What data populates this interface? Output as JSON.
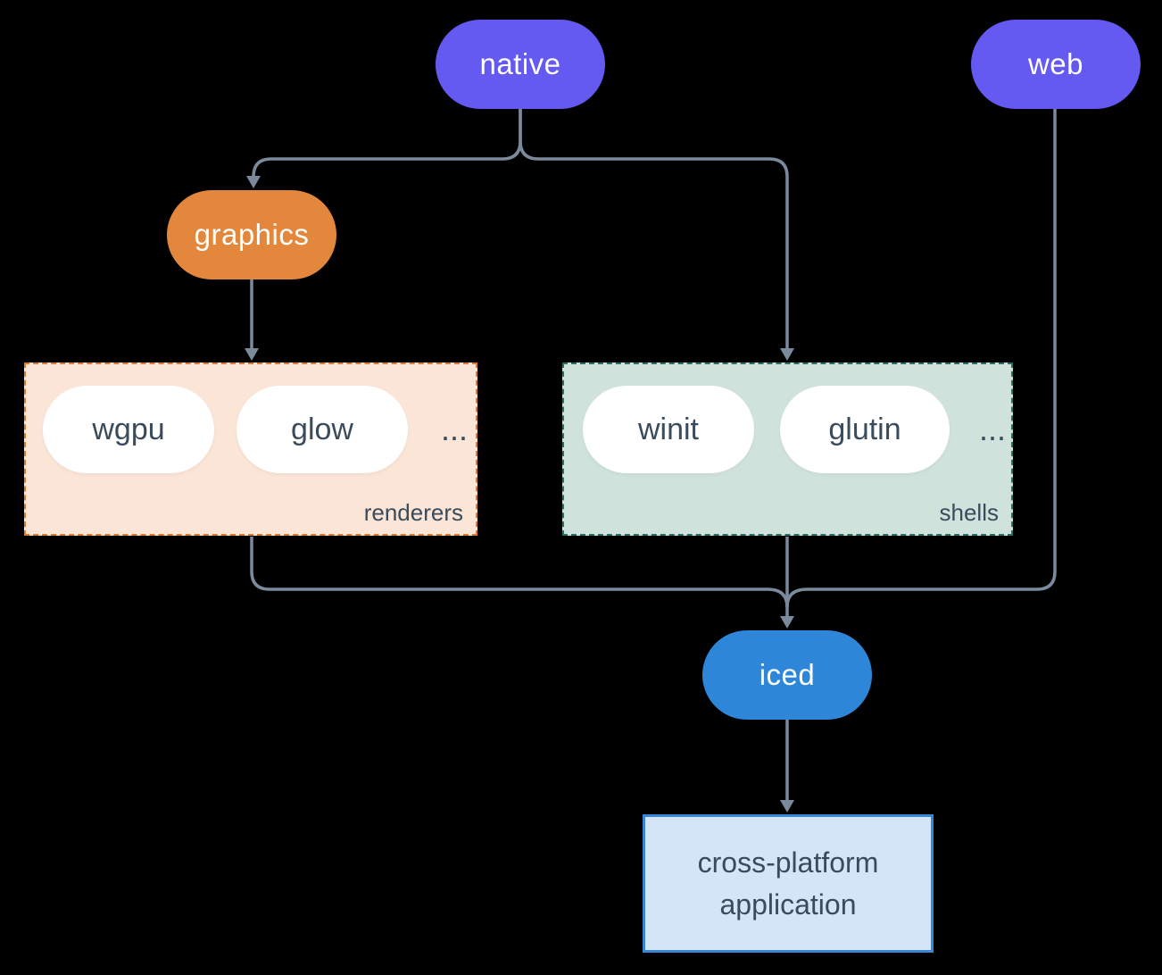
{
  "diagram": {
    "nodes": {
      "native": {
        "label": "native"
      },
      "web": {
        "label": "web"
      },
      "graphics": {
        "label": "graphics"
      },
      "iced": {
        "label": "iced"
      },
      "application": {
        "label_line1": "cross-platform",
        "label_line2": "application"
      }
    },
    "groups": {
      "renderers": {
        "label": "renderers",
        "items": [
          "wgpu",
          "glow"
        ],
        "ellipsis": "..."
      },
      "shells": {
        "label": "shells",
        "items": [
          "winit",
          "glutin"
        ],
        "ellipsis": "..."
      }
    }
  },
  "colors": {
    "purple": "#6459F0",
    "orange": "#E2873B",
    "orange-border": "#DE7B30",
    "peach": "#FAE5D7",
    "teal": "#D0E2DC",
    "teal-border": "#2E6E62",
    "blue": "#2E86D8",
    "blue-border": "#3886D7",
    "lightblue": "#D4E5F7",
    "ink": "#3A4B5C",
    "line": "#7A8A9C",
    "background": "#000000",
    "pill-text": "#FFFFFF"
  }
}
